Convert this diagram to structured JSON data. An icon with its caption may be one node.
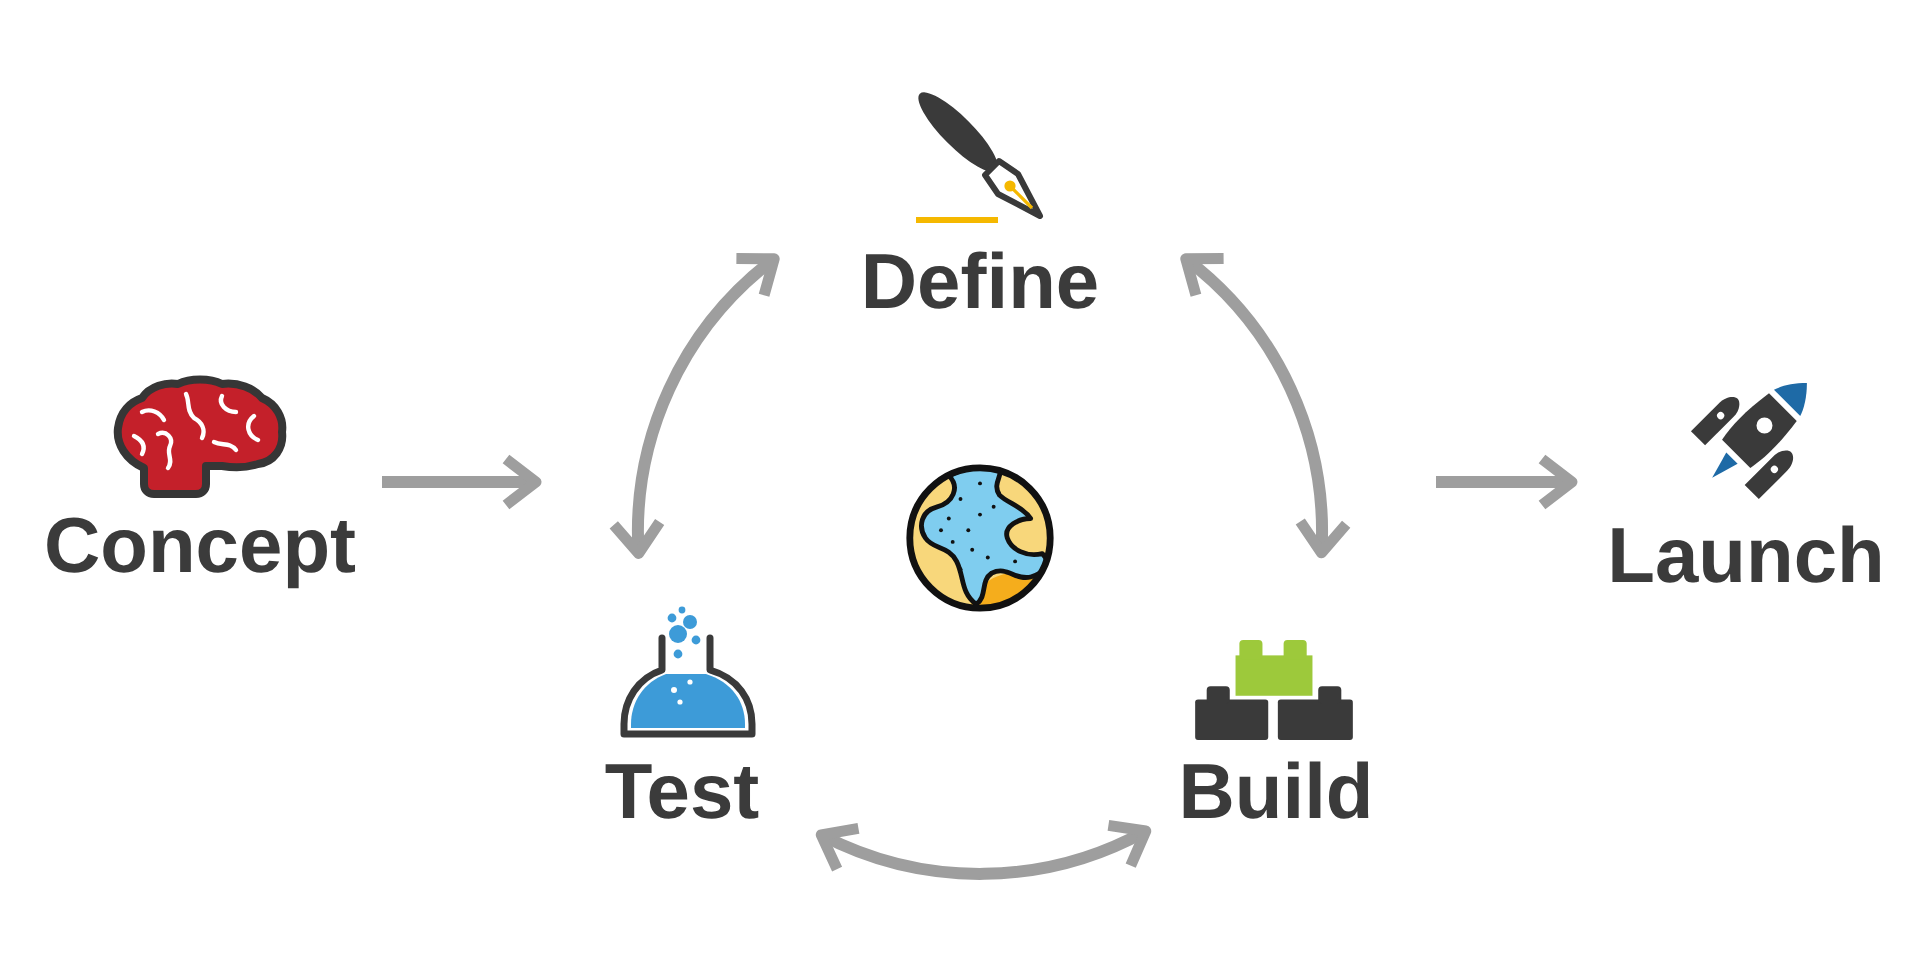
{
  "diagram": {
    "nodes": [
      {
        "text": [
          "Concept"
        ]
      },
      {
        "text": [
          "Define"
        ]
      },
      {
        "text": [
          "Test"
        ]
      },
      {
        "text": [
          "Build"
        ]
      },
      {
        "text": [
          "Launch"
        ]
      }
    ],
    "edges": [
      {
        "from": 0,
        "to": null,
        "arrow": "to"
      },
      {
        "from": 2,
        "to": 1,
        "arrow": "both"
      },
      {
        "from": 1,
        "to": 3,
        "arrow": "both"
      },
      {
        "from": 2,
        "to": 3,
        "arrow": "both"
      },
      {
        "from": null,
        "to": 4,
        "arrow": "to"
      }
    ]
  }
}
